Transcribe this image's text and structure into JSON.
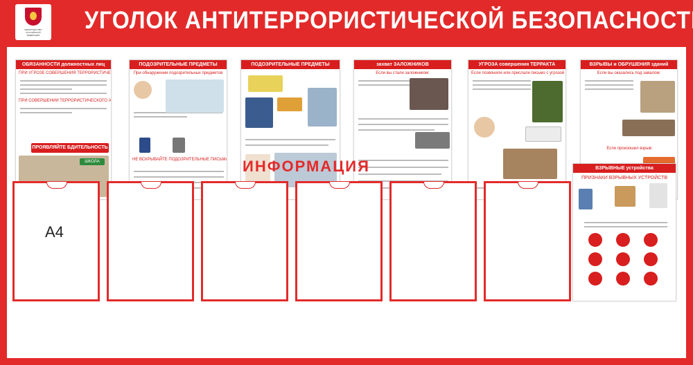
{
  "title": "УГОЛОК АНТИТЕРРОРИСТИЧЕСКОЙ БЕЗОПАСНОСТИ",
  "emblem": {
    "lettering": [
      "МИНИСТЕРСТВО",
      "РОССИЙСКОЙ",
      "ФЕДЕРАЦИИ"
    ]
  },
  "posters": [
    {
      "title": "ОБЯЗАННОСТИ должностных лиц",
      "subtitle": "ПРИ УГРОЗЕ СОВЕРШЕНИЯ ТЕРРОРИСТИЧЕСКОГО АКТА",
      "sub2": "ПРИ СОВЕРШЕНИИ ТЕРРОРИСТИЧЕСКОГО АКТА",
      "banner": "ПРОЯВЛЯЙТЕ БДИТЕЛЬНОСТЬ !",
      "sign": "ШКОЛА"
    },
    {
      "title": "ПОДОЗРИТЕЛЬНЫЕ ПРЕДМЕТЫ",
      "subtitle": "При обнаружении подозрительных предметов",
      "sub2": "НЕ ВСКРЫВАЙТЕ ПОДОЗРИТЕЛЬНЫЕ ПИСЬМА"
    },
    {
      "title": "ПОДОЗРИТЕЛЬНЫЕ ПРЕДМЕТЫ"
    },
    {
      "title": "захват ЗАЛОЖНИКОВ",
      "subtitle": "Если вы стали заложником:"
    },
    {
      "title": "УГРОЗА совершения ТЕРРАКТА",
      "subtitle": "Если позвонили или прислали письмо с угрозой"
    },
    {
      "title": "ВЗРЫВЫ и ОБРУШЕНИЯ зданий",
      "subtitle": "Если вы оказались под завалом:",
      "sub2": "Если произошел взрыв:"
    }
  ],
  "info_heading": "ИНФОРМАЦИЯ",
  "pocket_label": "А4",
  "explosive": {
    "title": "ВЗРЫВНЫЕ устройства",
    "subtitle": "ПРИЗНАКИ ВЗРЫВНЫХ УСТРОЙСТВ"
  },
  "colors": {
    "board": "#e32a2a",
    "accent": "#d81e1e"
  }
}
